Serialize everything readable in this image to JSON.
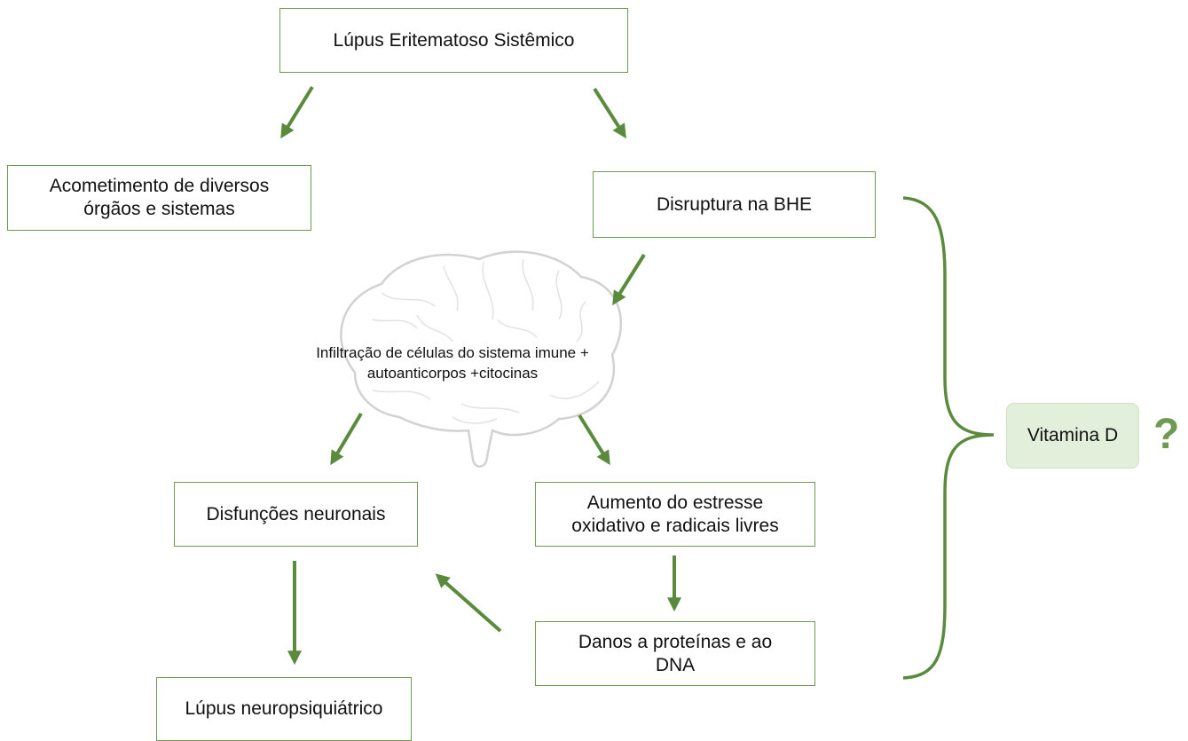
{
  "nodes": {
    "lupus": "Lúpus Eritematoso Sistêmico",
    "organs_line1": "Acometimento de diversos",
    "organs_line2": "órgãos e sistemas",
    "bhe": "Disruptura na BHE",
    "infiltration_line1": "Infiltração de células do sistema imune +",
    "infiltration_line2": "autoanticorpos +citocinas",
    "neuronal": "Disfunções neuronais",
    "oxidative_line1": "Aumento do estresse",
    "oxidative_line2": "oxidativo e radicais livres",
    "damage_line1": "Danos a proteínas e ao",
    "damage_line2": "DNA",
    "neuropsych": "Lúpus neuropsiquiátrico"
  },
  "vitamin": {
    "label": "Vitamina D",
    "question": "?"
  },
  "colors": {
    "arrow": "#5a8a3c",
    "box_border": "#6f9a4f",
    "vitamin_fill": "#e2efda",
    "brain_stroke": "#d6d6d6"
  },
  "icons": [
    "brain-illustration",
    "curly-brace"
  ]
}
